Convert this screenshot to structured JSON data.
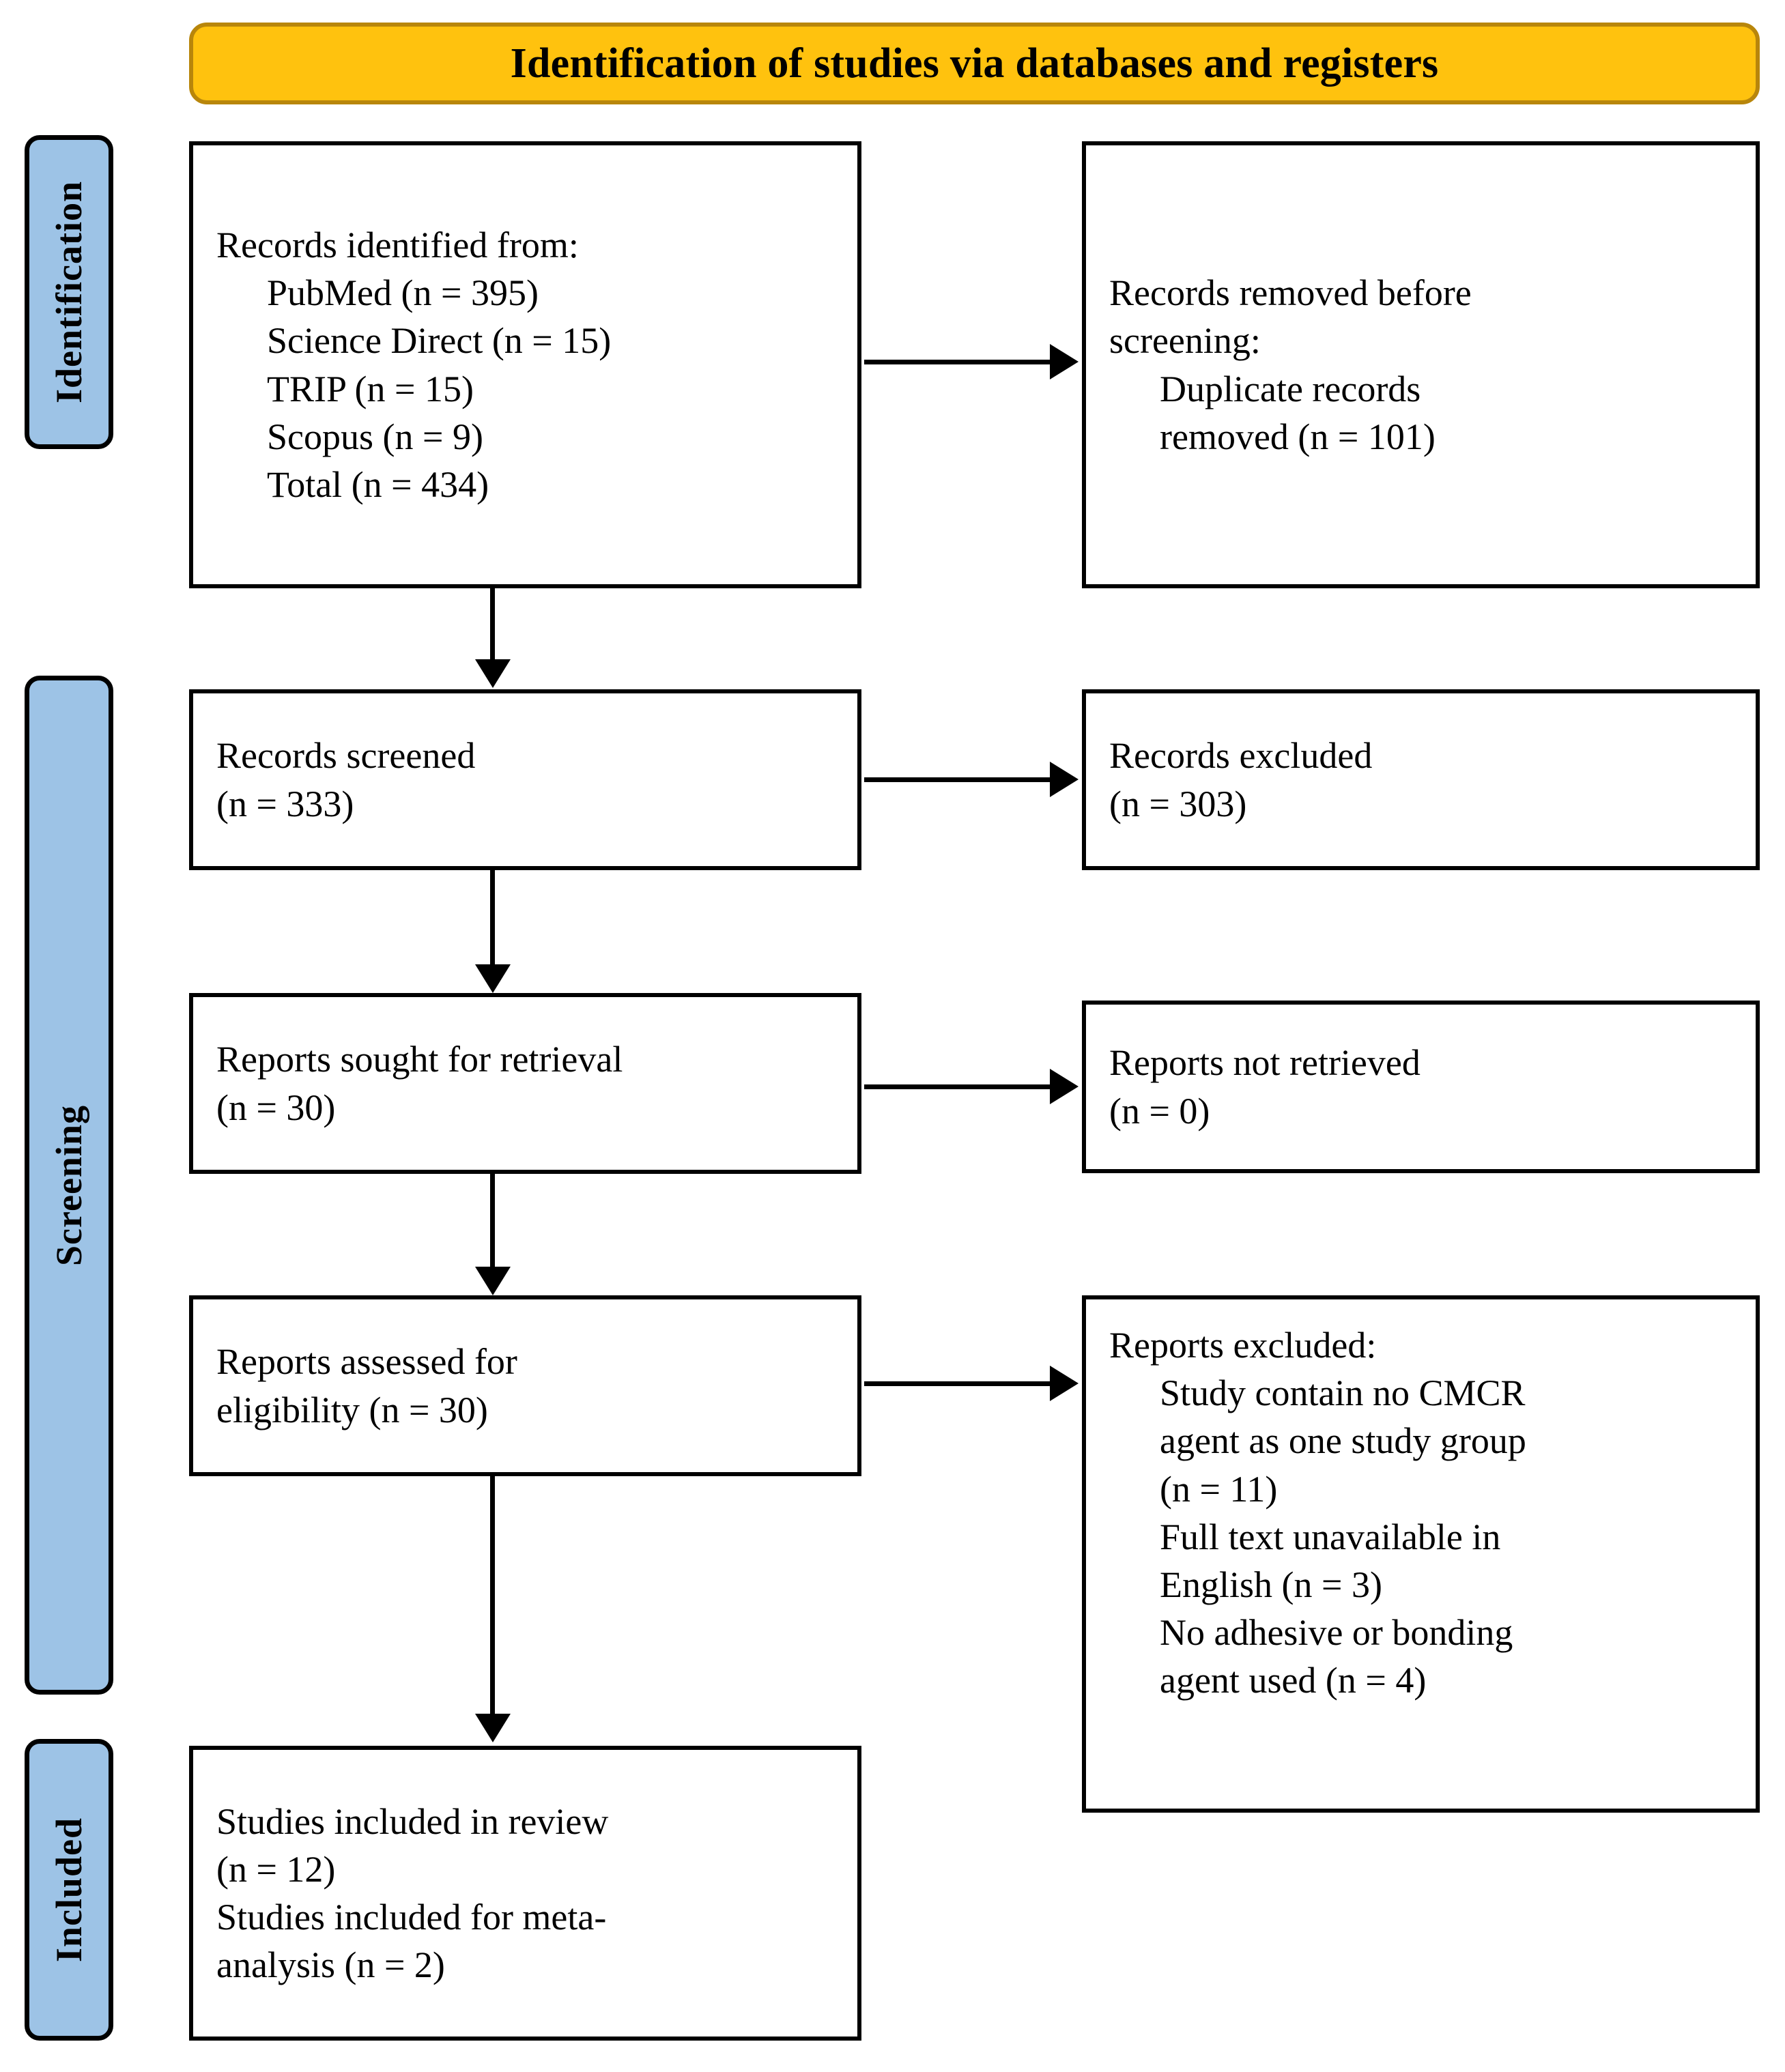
{
  "header": {
    "title": "Identification of studies via databases and registers"
  },
  "stages": [
    {
      "key": "identification",
      "label": "Identification"
    },
    {
      "key": "screening",
      "label": "Screening"
    },
    {
      "key": "included",
      "label": "Included"
    }
  ],
  "boxes": {
    "records_identified": {
      "name": "records-identified-box",
      "lines": [
        {
          "text": "Records identified from:",
          "indent": false
        },
        {
          "text": "PubMed (n = 395)",
          "indent": true
        },
        {
          "text": "Science Direct (n = 15)",
          "indent": true
        },
        {
          "text": "TRIP (n = 15)",
          "indent": true
        },
        {
          "text": "Scopus (n = 9)",
          "indent": true
        },
        {
          "text": "Total (n = 434)",
          "indent": true
        }
      ]
    },
    "records_removed": {
      "name": "records-removed-box",
      "lines": [
        {
          "text": "Records removed before",
          "indent": false
        },
        {
          "text": "screening:",
          "indent": false
        },
        {
          "text": "Duplicate records",
          "indent": true
        },
        {
          "text": "removed (n = 101)",
          "indent": true
        }
      ]
    },
    "records_screened": {
      "name": "records-screened-box",
      "lines": [
        {
          "text": "Records screened",
          "indent": false
        },
        {
          "text": "(n = 333)",
          "indent": false
        }
      ]
    },
    "records_excluded": {
      "name": "records-excluded-box",
      "lines": [
        {
          "text": "Records excluded",
          "indent": false
        },
        {
          "text": "(n = 303)",
          "indent": false
        }
      ]
    },
    "reports_sought": {
      "name": "reports-sought-box",
      "lines": [
        {
          "text": "Reports sought for retrieval",
          "indent": false
        },
        {
          "text": "(n = 30)",
          "indent": false
        }
      ]
    },
    "reports_not_retrieved": {
      "name": "reports-not-retrieved-box",
      "lines": [
        {
          "text": "Reports not retrieved",
          "indent": false
        },
        {
          "text": "(n = 0)",
          "indent": false
        }
      ]
    },
    "reports_assessed": {
      "name": "reports-assessed-box",
      "lines": [
        {
          "text": "Reports assessed for",
          "indent": false
        },
        {
          "text": "eligibility (n = 30)",
          "indent": false
        }
      ]
    },
    "reports_excluded": {
      "name": "reports-excluded-box",
      "lines": [
        {
          "text": "Reports excluded:",
          "indent": false
        },
        {
          "text": "Study contain no CMCR",
          "indent": true
        },
        {
          "text": "agent as one study group",
          "indent": true
        },
        {
          "text": "(n = 11)",
          "indent": true
        },
        {
          "text": "Full text unavailable in",
          "indent": true
        },
        {
          "text": "English (n = 3)",
          "indent": true
        },
        {
          "text": "No adhesive or bonding",
          "indent": true
        },
        {
          "text": "agent used (n = 4)",
          "indent": true
        }
      ]
    },
    "studies_included": {
      "name": "studies-included-box",
      "lines": [
        {
          "text": "Studies included in review",
          "indent": false
        },
        {
          "text": "(n = 12)",
          "indent": false
        },
        {
          "text": "Studies included for meta-",
          "indent": false
        },
        {
          "text": "analysis (n = 2)",
          "indent": false
        }
      ]
    }
  },
  "colors": {
    "banner_fill": "#FFC20E",
    "banner_border": "#B8860B",
    "stage_fill": "#9DC3E6",
    "box_border": "#000000",
    "text": "#000000"
  }
}
